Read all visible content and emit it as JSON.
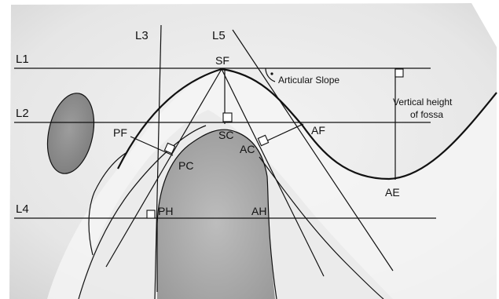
{
  "lines": {
    "l1": "L1",
    "l2": "L2",
    "l3": "L3",
    "l4": "L4",
    "l5": "L5"
  },
  "points": {
    "sf": "SF",
    "sc": "SC",
    "pf": "PF",
    "pc": "PC",
    "ac": "AC",
    "af": "AF",
    "ph": "PH",
    "ah": "AH",
    "ae": "AE"
  },
  "annotations": {
    "articular_slope": "Articular Slope",
    "vertical_height_line1": "Vertical height",
    "vertical_height_line2": "of fossa"
  }
}
